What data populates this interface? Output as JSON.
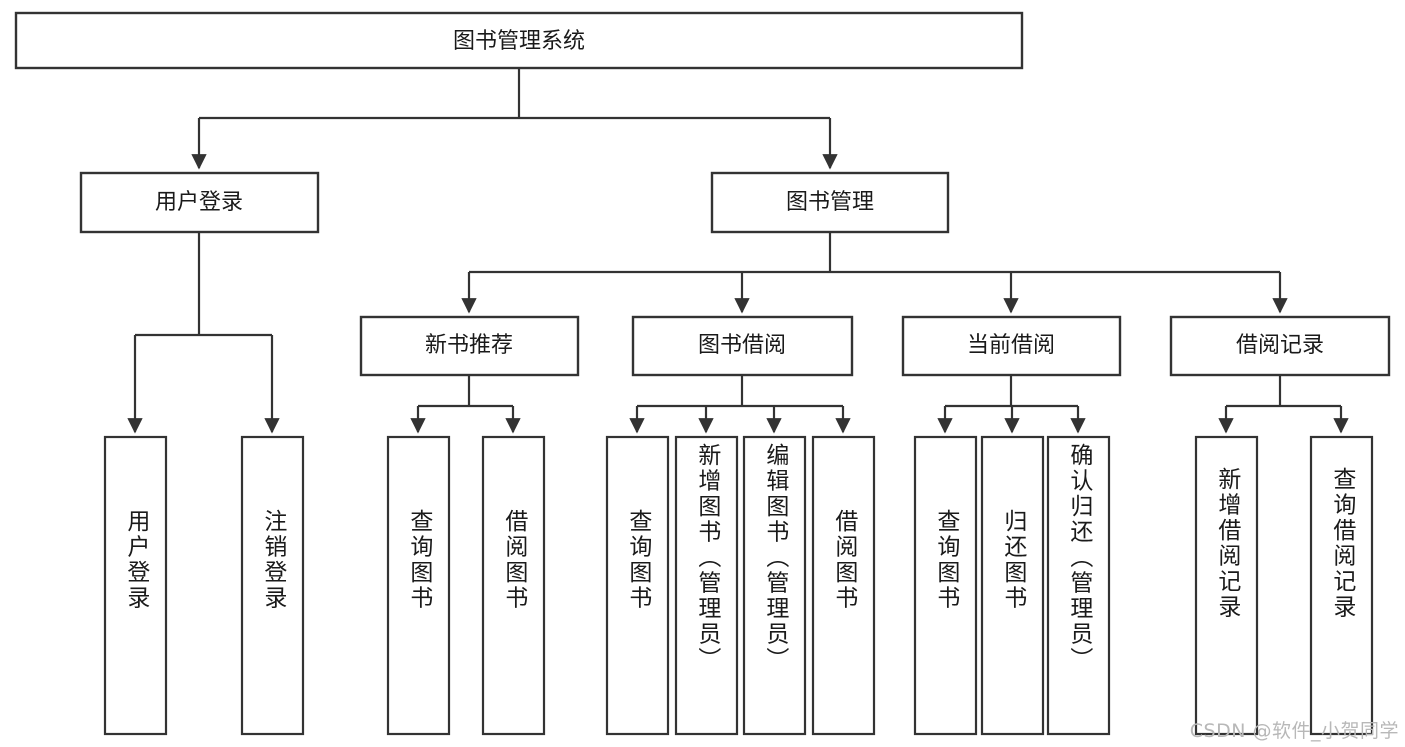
{
  "diagram": {
    "type": "tree",
    "title": "图书管理系统",
    "watermark": "CSDN @软件_小贺同学",
    "colors": {
      "stroke": "#333333",
      "fill": "#ffffff",
      "text": "#1a1a1a",
      "watermark": "#b8b8b8"
    },
    "root": {
      "label": "图书管理系统"
    },
    "level2": [
      {
        "label": "用户登录"
      },
      {
        "label": "图书管理"
      }
    ],
    "level3": [
      {
        "label": "新书推荐"
      },
      {
        "label": "图书借阅"
      },
      {
        "label": "当前借阅"
      },
      {
        "label": "借阅记录"
      }
    ],
    "leaves": {
      "user_login": [
        {
          "label": "用户登录"
        },
        {
          "label": "注销登录"
        }
      ],
      "new_book_recommend": [
        {
          "label": "查询图书"
        },
        {
          "label": "借阅图书"
        }
      ],
      "book_borrow": [
        {
          "label": "查询图书"
        },
        {
          "label": "新增图书（管理员）"
        },
        {
          "label": "编辑图书（管理员）"
        },
        {
          "label": "借阅图书"
        }
      ],
      "current_borrow": [
        {
          "label": "查询图书"
        },
        {
          "label": "归还图书"
        },
        {
          "label": "确认归还（管理员）"
        }
      ],
      "borrow_record": [
        {
          "label": "新增借阅记录"
        },
        {
          "label": "查询借阅记录"
        }
      ]
    }
  }
}
